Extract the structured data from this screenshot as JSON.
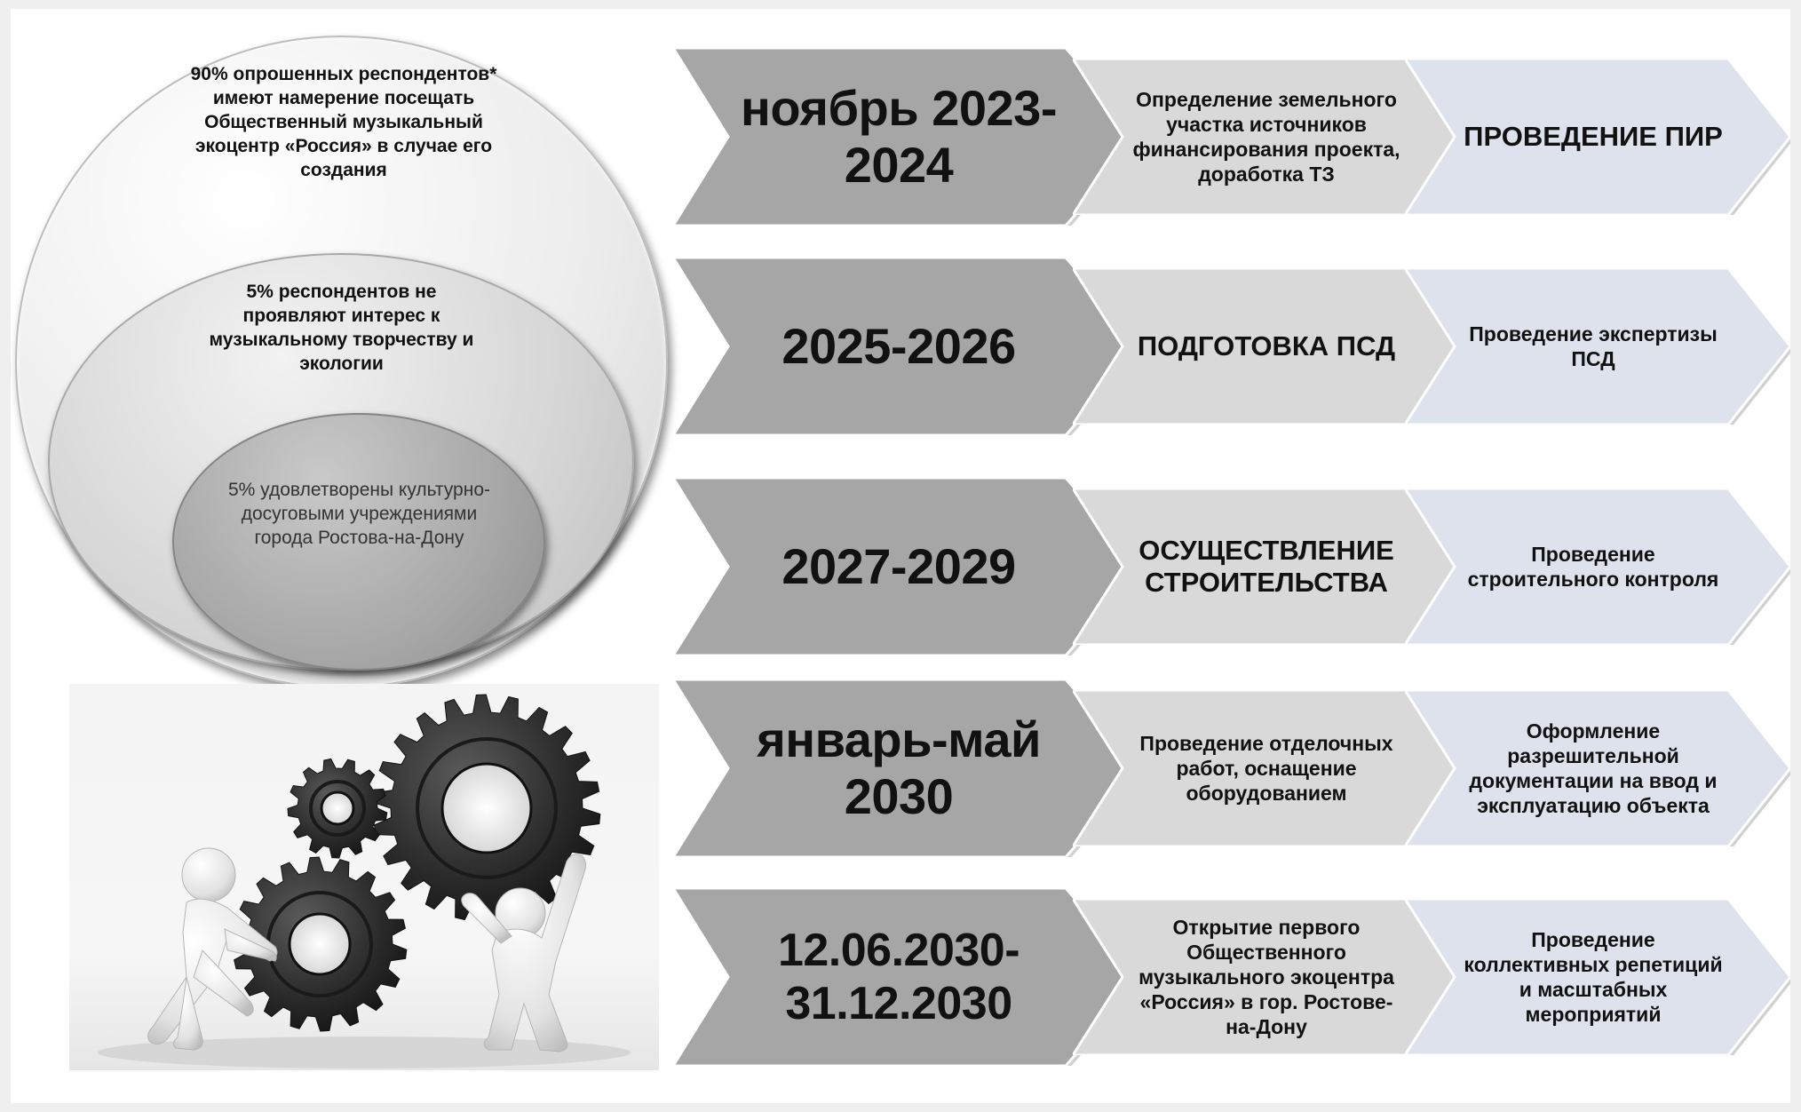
{
  "venn": {
    "outer": "90% опрошенных респондентов* имеют намерение посещать Общественный музыкальный экоцентр «Россия» в случае его создания",
    "middle": "5% респондентов не проявляют интерес к музыкальному творчеству  и экологии",
    "inner": "5% удовлетворены культурно-досуговыми учреждениями города Ростова-на-Дону"
  },
  "rows": [
    {
      "period": "ноябрь 2023-2024",
      "step1": "Определение земельного участка источников финансирования проекта, доработка ТЗ",
      "step2": "ПРОВЕДЕНИЕ ПИР"
    },
    {
      "period": "2025-2026",
      "step1": "ПОДГОТОВКА ПСД",
      "step2": "Проведение экспертизы ПСД"
    },
    {
      "period": "2027-2029",
      "step1": "ОСУЩЕСТВЛЕНИЕ СТРОИТЕЛЬСТВА",
      "step2": "Проведение строительного контроля"
    },
    {
      "period": "январь-май 2030",
      "step1": "Проведение отделочных работ, оснащение оборудованием",
      "step2": "Оформление разрешительной документации на ввод и эксплуатацию объекта"
    },
    {
      "period": "12.06.2030-31.12.2030",
      "step1": "Открытие первого Общественного музыкального экоцентра «Россия» в гор. Ростове-на-Дону",
      "step2": "Проведение коллективных репетиций и масштабных мероприятий"
    }
  ],
  "colors": {
    "period_fill": "#a6a6a6",
    "step1_fill": "#d9d9d9",
    "step2_fill": "#dde2ec",
    "gear": "#2b2b2b",
    "figure": "#e8e8e8"
  },
  "icons": [
    "gear-icon",
    "person-figure-icon"
  ]
}
